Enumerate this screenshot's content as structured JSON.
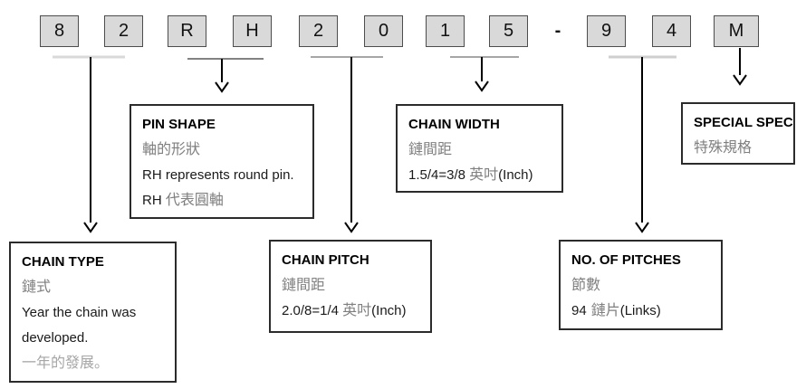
{
  "code": {
    "chars": [
      "8",
      "2",
      "R",
      "H",
      "2",
      "0",
      "1",
      "5",
      "9",
      "4",
      "M"
    ],
    "separator": "-"
  },
  "boxes": {
    "chain_type": {
      "title": "CHAIN TYPE",
      "subtitle_zh": "鏈式",
      "line_en_1": "Year the chain was",
      "line_en_2": "developed.",
      "line_zh_light": "一年的發展。"
    },
    "pin_shape": {
      "title": "PIN SHAPE",
      "subtitle_zh": "軸的形狀",
      "line_en": "RH represents round pin.",
      "mixed_prefix": "RH ",
      "mixed_zh": "代表圓軸"
    },
    "chain_pitch": {
      "title": "CHAIN PITCH",
      "subtitle_zh": "鏈間距",
      "value": "2.0/8=1/4 ",
      "unit_zh": "英吋",
      "unit_en": "(Inch)"
    },
    "chain_width": {
      "title": "CHAIN WIDTH",
      "subtitle_zh": "鏈間距",
      "value": "1.5/4=3/8 ",
      "unit_zh": "英吋",
      "unit_en": "(Inch)"
    },
    "no_of_pitches": {
      "title": "NO. OF PITCHES",
      "subtitle_zh": "節數",
      "value": "94",
      "unit_zh": "鏈片",
      "unit_en": "(Links)"
    },
    "special_spec": {
      "title": "SPECIAL SPEC",
      "subtitle_zh": "特殊規格"
    }
  },
  "colors": {
    "char_box_fill": "#d9d9d9",
    "char_box_border": "#4d4d4d",
    "connector_black": "#000000",
    "underline_light": "#d9d9d9",
    "underline_mid": "#a6a6a6",
    "underline_dark": "#595959",
    "text_black": "#1a1a1a",
    "text_gray_zh": "#7f7f7f",
    "text_gray_light": "#a6a6a6"
  }
}
